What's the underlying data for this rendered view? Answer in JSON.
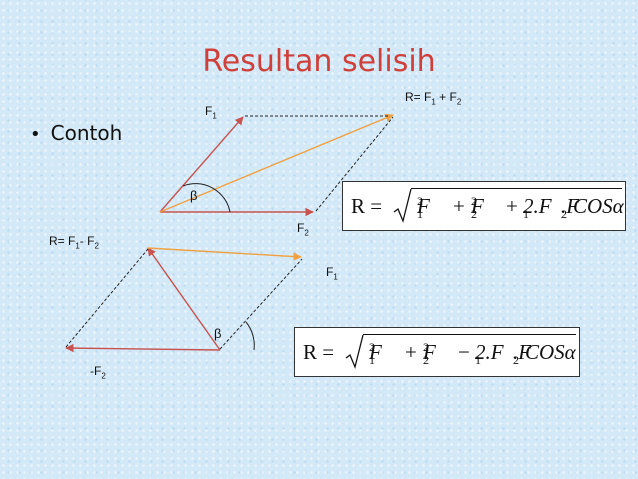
{
  "slide": {
    "title": "Resultan selisih",
    "bullet": "Contoh"
  },
  "diagram_top": {
    "f1_label": "F",
    "f1_sub": "1",
    "f2_label": "F",
    "f2_sub": "2",
    "resultant_label": "R= F",
    "resultant_sub1": "1",
    "resultant_mid": " + F",
    "resultant_sub2": "2",
    "angle_label": "β"
  },
  "diagram_bottom": {
    "resultant_label": "R= F",
    "resultant_sub1": "1",
    "resultant_mid": "- F",
    "resultant_sub2": "2",
    "f1_label": "F",
    "f1_sub": "1",
    "neg_f2_label": "-F",
    "neg_f2_sub": "2",
    "angle_label": "β"
  },
  "formula_sum": {
    "lhs": "R =",
    "term1": "F",
    "term1_sub": "1",
    "term1_sup": "2",
    "op1": "+",
    "term2": "F",
    "term2_sub": "2",
    "term2_sup": "2",
    "op2": "+",
    "coef": "2.F",
    "coef_sub": "1",
    "mid": ".F",
    "mid_sub": "2",
    "tail": "COSα"
  },
  "formula_diff": {
    "lhs": "R =",
    "term1": "F",
    "term1_sub": "1",
    "term1_sup": "2",
    "op1": "+",
    "term2": "F",
    "term2_sub": "2",
    "term2_sup": "2",
    "op2": "−",
    "coef": "2.F",
    "coef_sub": "1",
    "mid": ".F",
    "mid_sub": "2",
    "tail": "COSα"
  },
  "colors": {
    "title": "#d0403a",
    "force_arrow": "#c8524d",
    "resultant_arrow": "#f0a040",
    "dashed": "#222222"
  }
}
